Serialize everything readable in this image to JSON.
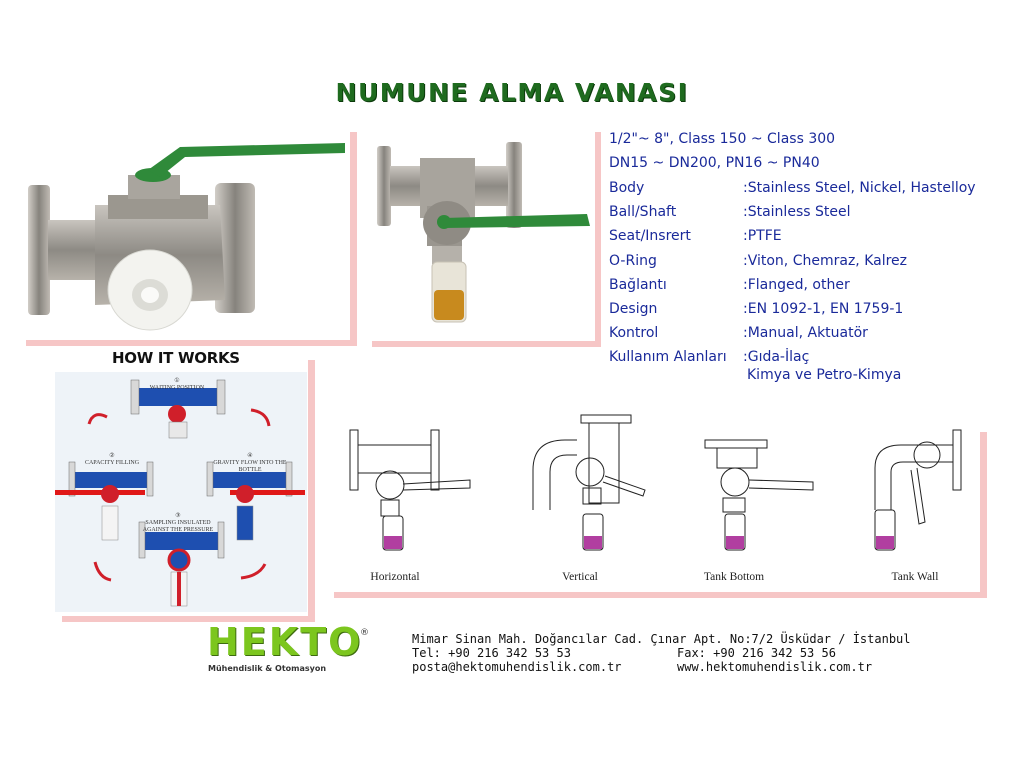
{
  "title": "NUMUNE ALMA VANASI",
  "specs": {
    "size_range": "1/2\"~ 8\", Class 150 ~ Class 300",
    "dn_range": "DN15 ~ DN200, PN16 ~ PN40",
    "rows": [
      {
        "key": "Body",
        "value": ":Stainless Steel, Nickel, Hastelloy"
      },
      {
        "key": "Ball/Shaft",
        "value": ":Stainless Steel"
      },
      {
        "key": "Seat/Insrert",
        "value": ":PTFE"
      },
      {
        "key": "O-Ring",
        "value": ":Viton, Chemraz, Kalrez"
      },
      {
        "key": "Bağlantı",
        "value": ":Flanged, other"
      },
      {
        "key": "Design",
        "value": ":EN 1092-1, EN 1759-1"
      },
      {
        "key": "Kontrol",
        "value": ":Manual, Aktuatör"
      },
      {
        "key": "Kullanım Alanları",
        "value": ":Gıda-İlaç"
      }
    ],
    "usage_line2": "Kimya ve Petro-Kimya"
  },
  "how_it_works": {
    "heading": "HOW IT WORKS",
    "steps": [
      {
        "num": "①",
        "label": "WAITING POSITION"
      },
      {
        "num": "②",
        "label": "CAPACITY FILLING"
      },
      {
        "num": "④",
        "label": "GRAVITY FLOW INTO THE BOTTLE"
      },
      {
        "num": "③",
        "label": "SAMPLING INSULATED AGAINST THE PRESSURE"
      }
    ]
  },
  "installations": [
    "Horizontal",
    "Vertical",
    "Tank Bottom",
    "Tank Wall"
  ],
  "company": {
    "logo": "HEKTO",
    "registered": "®",
    "tagline": "Mühendislik & Otomasyon",
    "address": "Mimar Sinan Mah. Doğancılar Cad. Çınar Apt. No:7/2 Üsküdar / İstanbul",
    "tel": "Tel: +90 216 342 53 53",
    "fax": "Fax: +90 216 342 53 56",
    "email": "posta@hektomuhendislik.com.tr",
    "web": "www.hektomuhendislik.com.tr"
  },
  "colors": {
    "title": "#1f6b1f",
    "spec_text": "#1a2a9a",
    "logo": "#7cc61e",
    "frame": "#f6c6c6",
    "handle": "#2f8a3a"
  }
}
